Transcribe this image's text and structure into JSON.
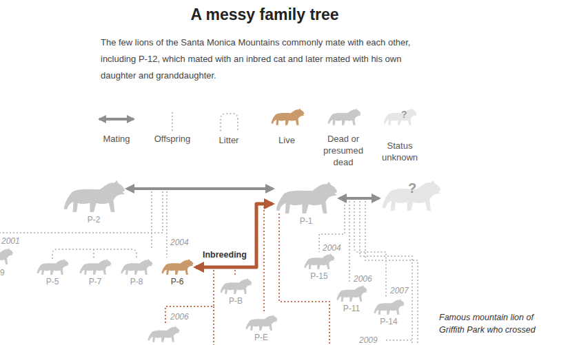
{
  "diagram": {
    "title": "A messy family tree",
    "caption": "The few lions of the Santa Monica Mountains commonly mate with each other, including P-12, which mated with an inbred cat and later mated with his own daughter and granddaughter.",
    "nodes": [
      {
        "text": [
          "P-2"
        ]
      },
      {
        "text": [
          "P-1"
        ]
      },
      {
        "text": [
          "?"
        ]
      },
      {
        "text": [
          "P-5"
        ]
      },
      {
        "text": [
          "P-7"
        ]
      },
      {
        "text": [
          "P-8"
        ]
      },
      {
        "text": [
          "P-6"
        ]
      },
      {
        "text": [
          "P-15"
        ]
      },
      {
        "text": [
          "P-B"
        ]
      },
      {
        "text": [
          "P-11"
        ]
      },
      {
        "text": [
          "P-14"
        ]
      },
      {
        "text": [
          "P-E"
        ]
      }
    ],
    "edges": [
      {
        "from": 0,
        "to": 1,
        "arrow": "both"
      },
      {
        "from": 1,
        "to": 2,
        "arrow": "both"
      },
      {
        "from": 6,
        "to": 1,
        "label": "Inbreeding",
        "arrow": "both"
      }
    ],
    "labels": [
      "?",
      "2001",
      "9",
      "2004",
      "2004",
      "2006",
      "2007",
      "2006",
      "2009",
      "Famous mountain lion of Griffith Park who crossed"
    ],
    "legend": [
      {
        "text": "Mating"
      },
      {
        "text": "Offspring"
      },
      {
        "text": "Litter"
      },
      {
        "text": "Live"
      },
      {
        "text": "Dead or presumed dead"
      },
      {
        "text": "Status unknown"
      }
    ]
  }
}
